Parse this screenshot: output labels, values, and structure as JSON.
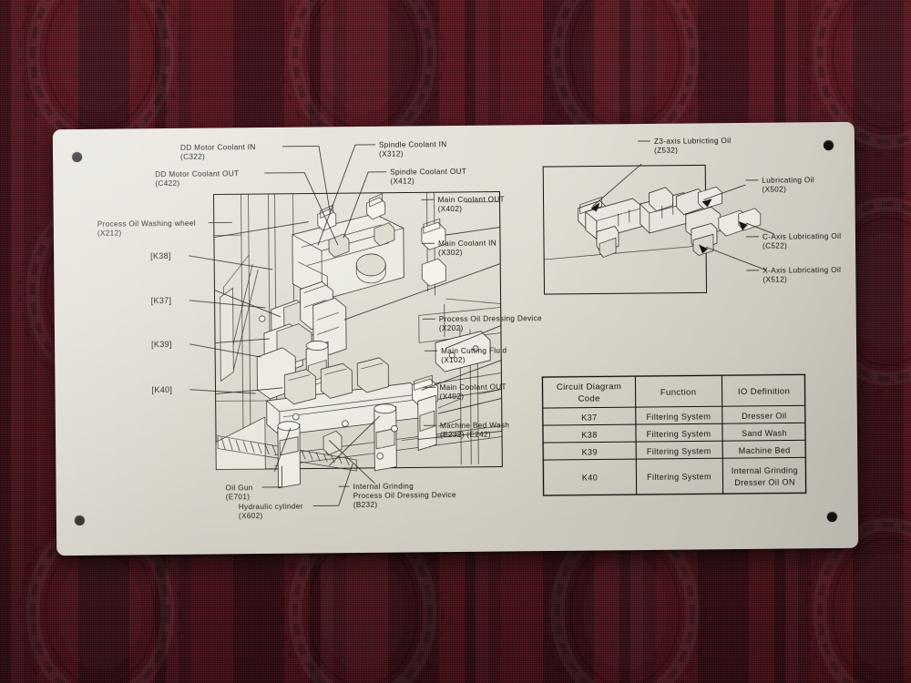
{
  "plate": {
    "kind": "machine-identification-plate",
    "surface_color": "#e2ded5",
    "background_color": "#4d1119"
  },
  "labels_left": [
    {
      "name": "dd-motor-coolant-in",
      "title": "DD Motor Coolant IN",
      "code": "(C322)"
    },
    {
      "name": "dd-motor-coolant-out",
      "title": "DD Motor Coolant OUT",
      "code": "(C422)"
    },
    {
      "name": "process-oil-washing-wheel",
      "title": "Process Oil Washing wheel",
      "code": "(X212)"
    }
  ],
  "labels_relay": [
    {
      "name": "relay-k38",
      "text": "[K38]"
    },
    {
      "name": "relay-k37",
      "text": "[K37]"
    },
    {
      "name": "relay-k39",
      "text": "[K39]"
    },
    {
      "name": "relay-k40",
      "text": "[K40]"
    }
  ],
  "labels_top": [
    {
      "name": "spindle-coolant-in",
      "title": "Spindle Coolant IN",
      "code": "(X312)"
    },
    {
      "name": "spindle-coolant-out",
      "title": "Spindle Coolant OUT",
      "code": "(X412)"
    }
  ],
  "labels_right": [
    {
      "name": "main-coolant-out-top",
      "title": "Main Coolant OUT",
      "code": "(X402)"
    },
    {
      "name": "main-coolant-in",
      "title": "Main Coolant IN",
      "code": "(X302)"
    },
    {
      "name": "process-oil-dressing-device",
      "title": "Process Oil Dressing Device",
      "code": "(X202)"
    },
    {
      "name": "main-cutting-fluid",
      "title": "Main Cutting Fluid",
      "code": "(X102)"
    },
    {
      "name": "main-coolant-out-lower",
      "title": "Main Coolant OUT",
      "code": "(X402)"
    },
    {
      "name": "machine-bed-wash",
      "title": "Machine Bed Wash",
      "code": "(E232) (E242)"
    }
  ],
  "labels_bottom": [
    {
      "name": "oil-gun",
      "title": "Oil Gun",
      "code": "(E701)"
    },
    {
      "name": "hydraulic-cylinder",
      "title": "Hydraulic cylinder",
      "code": "(X602)"
    }
  ],
  "labels_bottom_right": {
    "name": "internal-grinding-process-oil-dressing-device",
    "line1": "Internal Grinding",
    "line2": "Process Oil Dressing Device",
    "code": "(B232)"
  },
  "inset": {
    "name": "lubrication-manifold-inset",
    "labels": [
      {
        "name": "z3-axis-lubricating-oil",
        "title": "Z3-axis Lubricting Oil",
        "code": "(Z532)"
      },
      {
        "name": "lubricating-oil",
        "title": "Lubricating Oil",
        "code": "(X502)"
      },
      {
        "name": "c-axis-lubricating-oil",
        "title": "C-Axis Lubricating Oil",
        "code": "(C522)"
      },
      {
        "name": "x-axis-lubricating-oil",
        "title": "X-Axis Lubricating Oil",
        "code": "(X512)"
      }
    ]
  },
  "table": {
    "name": "circuit-code-table",
    "headers": [
      "Circuit Diagram Code",
      "Function",
      "IO Definition"
    ],
    "header_lines": [
      [
        "Circuit  Diagram",
        "Code"
      ],
      [
        "Function"
      ],
      [
        "IO  Definition"
      ]
    ],
    "rows": [
      {
        "code": "K37",
        "function": "Filtering System",
        "io": "Dresser Oil",
        "io_lines": [
          "Dresser  Oil"
        ]
      },
      {
        "code": "K38",
        "function": "Filtering System",
        "io": "Sand Wash",
        "io_lines": [
          "Sand  Wash"
        ]
      },
      {
        "code": "K39",
        "function": "Filtering System",
        "io": "Machine Bed",
        "io_lines": [
          "Machine  Bed"
        ]
      },
      {
        "code": "K40",
        "function": "Filtering System",
        "io": "Internal Grinding Dresser Oil ON",
        "io_lines": [
          "Internal  Grinding",
          "Dresser  Oil  ON"
        ]
      }
    ]
  }
}
